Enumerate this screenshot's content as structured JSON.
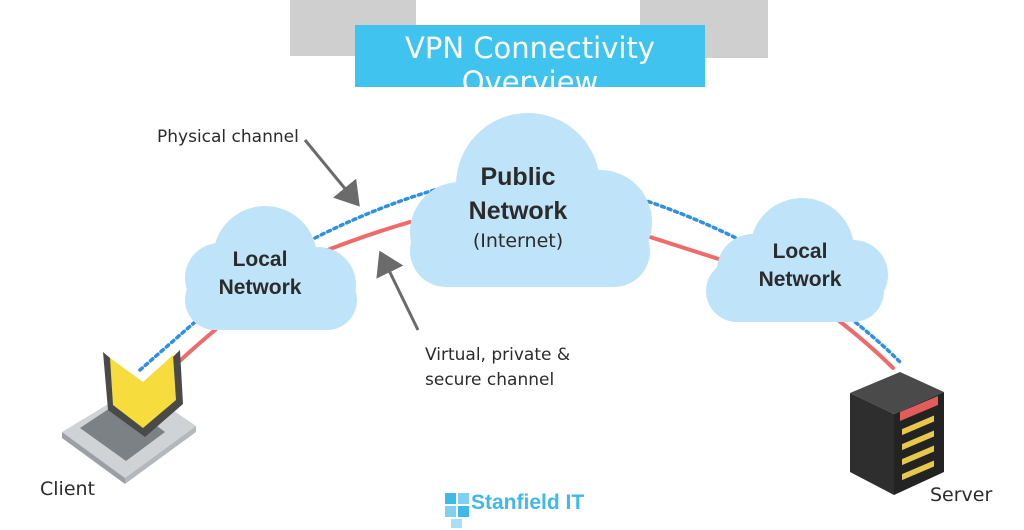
{
  "title": {
    "line1": "VPN Connectivity",
    "line2": "Overview"
  },
  "clouds": {
    "left": {
      "line1": "Local",
      "line2": "Network"
    },
    "center": {
      "line1": "Public",
      "line2": "Network",
      "line3": "(Internet)"
    },
    "right": {
      "line1": "Local",
      "line2": "Network"
    }
  },
  "annotations": {
    "physical": "Physical channel",
    "virtual_line1": "Virtual, private &",
    "virtual_line2": "secure channel"
  },
  "devices": {
    "client": "Client",
    "server": "Server"
  },
  "logo": {
    "text": "Stanfield IT"
  },
  "colors": {
    "banner": "#40c4ef",
    "cloud": "#bfe3f8",
    "physical_line": "#2f8fe3",
    "secure_line": "#f06a6a",
    "laptop_screen": "#f7dc3e",
    "server_body": "#2e2e2e",
    "logo": "#3fb8ea"
  },
  "icons": [
    "laptop-icon",
    "server-icon",
    "cloud-icon",
    "arrow-icon",
    "logo-icon"
  ]
}
